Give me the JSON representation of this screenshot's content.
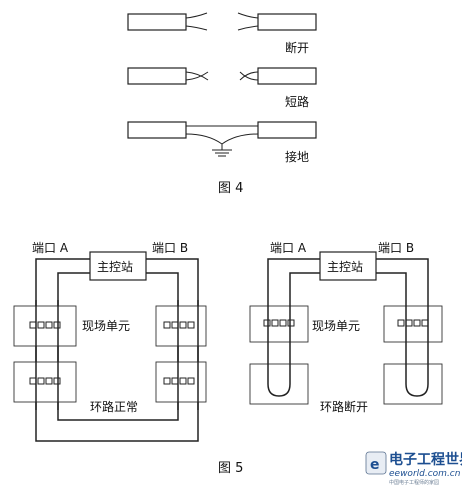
{
  "figure4": {
    "labels": [
      "断开",
      "短路",
      "接地"
    ],
    "caption": "图 4"
  },
  "figure5": {
    "left": {
      "port_a": "端口 A",
      "port_b": "端口 B",
      "master": "主控站",
      "field_unit": "现场单元",
      "status": "环路正常"
    },
    "right": {
      "port_a": "端口 A",
      "port_b": "端口 B",
      "master": "主控站",
      "field_unit": "现场单元",
      "status": "环路断开"
    },
    "caption": "图 5"
  },
  "watermark": {
    "brand": "电子工程世界",
    "site": "eeworld.com.cn",
    "tagline": "中国电子工程师的家园"
  }
}
